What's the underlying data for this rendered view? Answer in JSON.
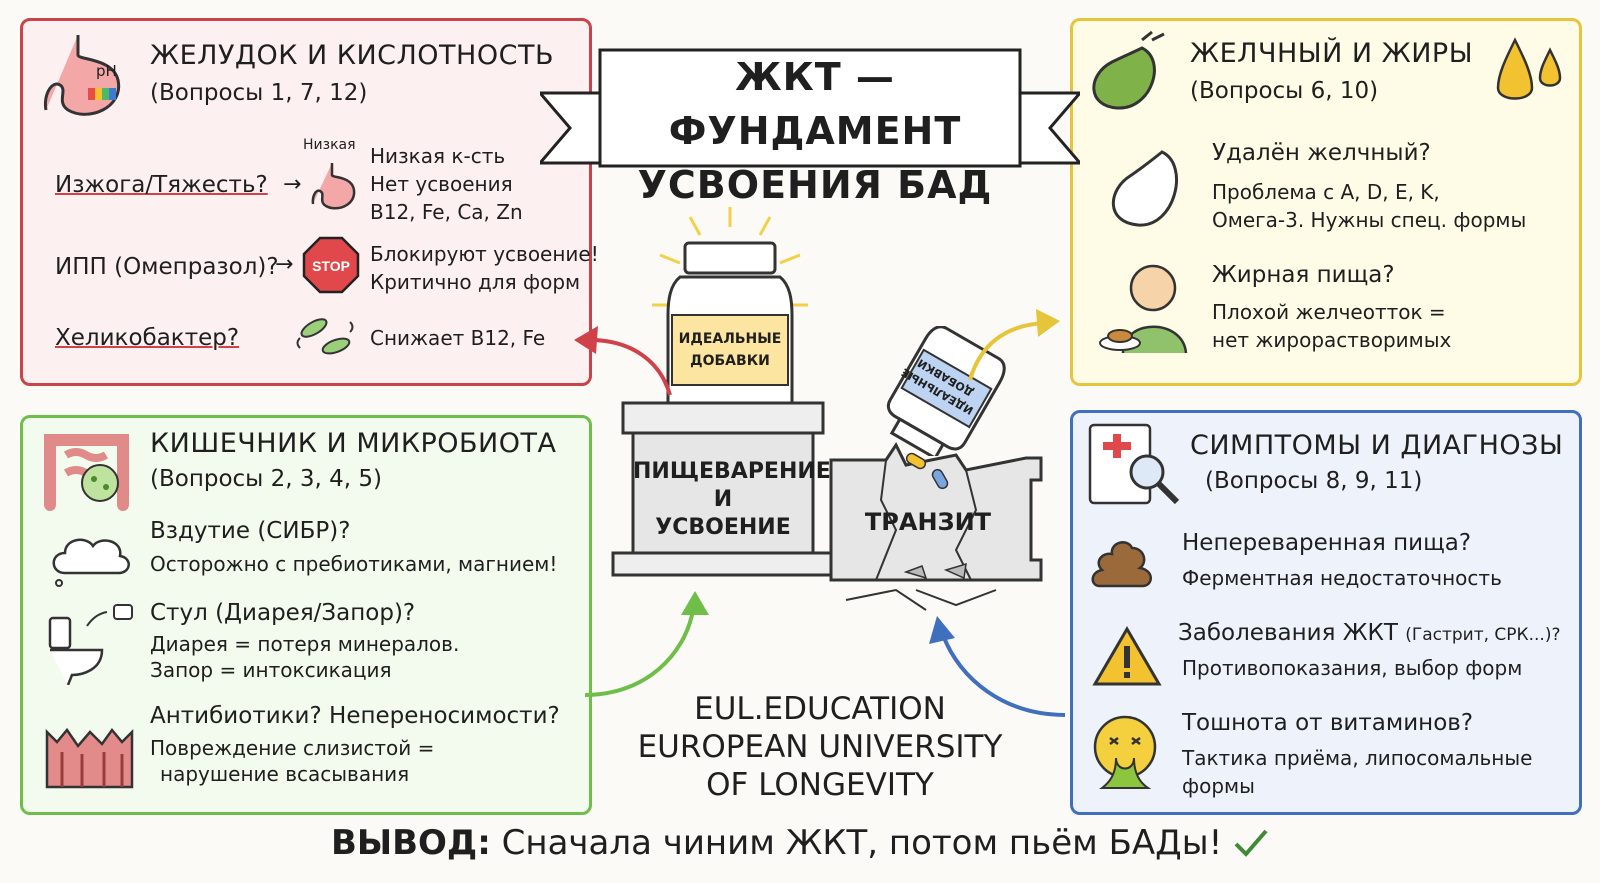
{
  "banner": {
    "line1": "ЖКТ — ФУНДАМЕНТ",
    "line2": "УСВОЕНИЯ БАД"
  },
  "stomach": {
    "title": "ЖЕЛУДОК И КИСЛОТНОСТЬ",
    "subtitle": "(Вопросы 1, 7, 12)",
    "ph_label": "pH",
    "row1": {
      "question": "Изжога/Тяжесть?",
      "tag": "Низкая",
      "answer1": "Низкая к-сть",
      "answer2": "Нет усвоения",
      "answer3": "B12, Fe, Ca, Zn"
    },
    "row2": {
      "question": "ИПП (Омепразол)?",
      "stop": "STOP",
      "answer1": "Блокируют усвоение!",
      "answer2": "Критично для форм"
    },
    "row3": {
      "question": "Хеликобактер?",
      "answer1": "Снижает B12, Fe"
    }
  },
  "gallbladder": {
    "title": "ЖЕЛЧНЫЙ И ЖИРЫ",
    "subtitle": "(Вопросы 6, 10)",
    "row1": {
      "question": "Удалён желчный?",
      "answer1": "Проблема с A, D, E, K,",
      "answer2": "Омега-3. Нужны спец. формы"
    },
    "row2": {
      "question": "Жирная пища?",
      "answer1": "Плохой желчеотток =",
      "answer2": "нет жирорастворимых"
    }
  },
  "intestine": {
    "title": "КИШЕЧНИК И МИКРОБИОТА",
    "subtitle": "(Вопросы 2, 3, 4, 5)",
    "row1": {
      "question": "Вздутие (СИБР)?",
      "answer1": "Осторожно с пребиотиками, магнием!"
    },
    "row2": {
      "question": "Стул (Диарея/Запор)?",
      "answer1": "Диарея = потеря минералов.",
      "answer2": "Запор = интоксикация"
    },
    "row3": {
      "question": "Антибиотики? Непереносимости?",
      "answer1": "Повреждение слизистой =",
      "answer2": "нарушение всасывания"
    }
  },
  "symptoms": {
    "title": "СИМПТОМЫ И ДИАГНОЗЫ",
    "subtitle": "(Вопросы 8, 9, 11)",
    "row1": {
      "question": "Непереваренная пища?",
      "answer1": "Ферментная недостаточность"
    },
    "row2": {
      "question": "Заболевания ЖКТ",
      "question_small": "(Гастрит, СРК...)?",
      "answer1": "Противопоказания, выбор форм"
    },
    "row3": {
      "question": "Тошнота от витаминов?",
      "answer1": "Тактика приёма, липосомальные",
      "answer2": "формы"
    }
  },
  "center": {
    "jar_label1": "ИДЕАЛЬНЫЕ",
    "jar_label2": "ДОБАВКИ",
    "fallen_label1": "ИДЕАЛЬНЫЕ",
    "fallen_label2": "ДОБАВКИ",
    "pedestal1": "ПИЩЕВАРЕНИЕ",
    "pedestal2": "И",
    "pedestal3": "УСВОЕНИЕ",
    "transit": "ТРАНЗИТ"
  },
  "footer": {
    "line1": "EUL.EDUCATION",
    "line2": "EUROPEAN UNIVERSITY",
    "line3": "OF LONGEVITY"
  },
  "conclusion": {
    "prefix": "ВЫВОД:",
    "text": "Сначала чиним ЖКТ, потом пьём БАДы!"
  },
  "colors": {
    "red": "#c9434a",
    "yellow": "#e7c53a",
    "green": "#6fbe4a",
    "blue": "#3f6fbd"
  }
}
